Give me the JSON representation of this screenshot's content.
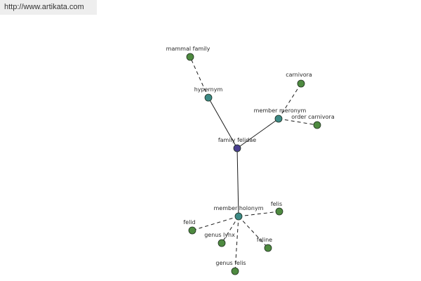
{
  "watermark": "http://www.artikata.com",
  "colors": {
    "root_node": "#4a3f8f",
    "relation_node": "#3d8a86",
    "leaf_node": "#4e8a40",
    "edge": "#1a1a1a"
  },
  "graph": {
    "root": {
      "id": "family_felidae",
      "label": "family felidae"
    },
    "relations": [
      {
        "id": "hypernym",
        "label": "hypernym"
      },
      {
        "id": "member_meronym",
        "label": "member meronym"
      },
      {
        "id": "member_holonym",
        "label": "member holonym"
      }
    ],
    "leaves": [
      {
        "id": "mammal_family",
        "label": "mammal family",
        "relation": "hypernym"
      },
      {
        "id": "carnivora",
        "label": "carnivora",
        "relation": "member_meronym"
      },
      {
        "id": "order_carnivora",
        "label": "order carnivora",
        "relation": "member_meronym"
      },
      {
        "id": "felis",
        "label": "felis",
        "relation": "member_holonym"
      },
      {
        "id": "felid",
        "label": "felid",
        "relation": "member_holonym"
      },
      {
        "id": "genus_lynx",
        "label": "genus lynx",
        "relation": "member_holonym"
      },
      {
        "id": "feline",
        "label": "feline",
        "relation": "member_holonym"
      },
      {
        "id": "genus_felis",
        "label": "genus felis",
        "relation": "member_holonym"
      }
    ]
  }
}
